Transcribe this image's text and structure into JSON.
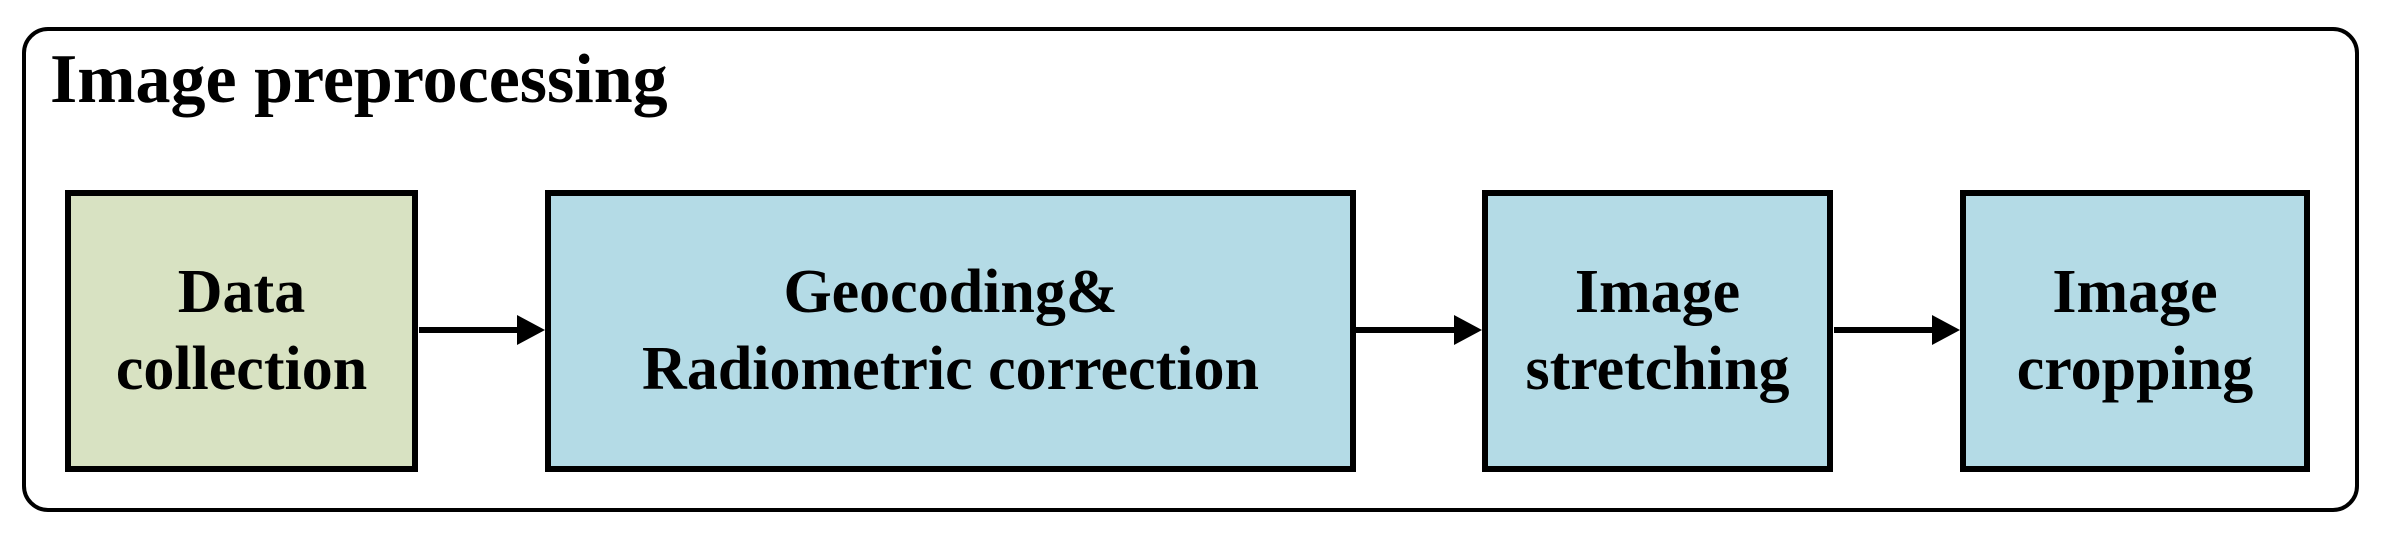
{
  "figure": {
    "type": "flowchart",
    "title": "Image preprocessing",
    "flow_order": [
      "data_collection",
      "geocoding_radiometric",
      "image_stretching",
      "image_cropping"
    ],
    "nodes": {
      "data_collection": {
        "line1": "Data",
        "line2": "collection",
        "fill": "#d8e2c2"
      },
      "geocoding_radiometric": {
        "line1": "Geocoding&",
        "line2": "Radiometric correction",
        "fill": "#b4dbe6"
      },
      "image_stretching": {
        "line1": "Image",
        "line2": "stretching",
        "fill": "#b4dbe6"
      },
      "image_cropping": {
        "line1": "Image",
        "line2": "cropping",
        "fill": "#b4dbe6"
      }
    },
    "colors": {
      "green_fill": "#d8e2c2",
      "blue_fill": "#b4dbe6",
      "box_border": "#000000",
      "frame_border": "#000000",
      "arrow": "#000000",
      "text": "#000000",
      "background": "#ffffff"
    }
  }
}
